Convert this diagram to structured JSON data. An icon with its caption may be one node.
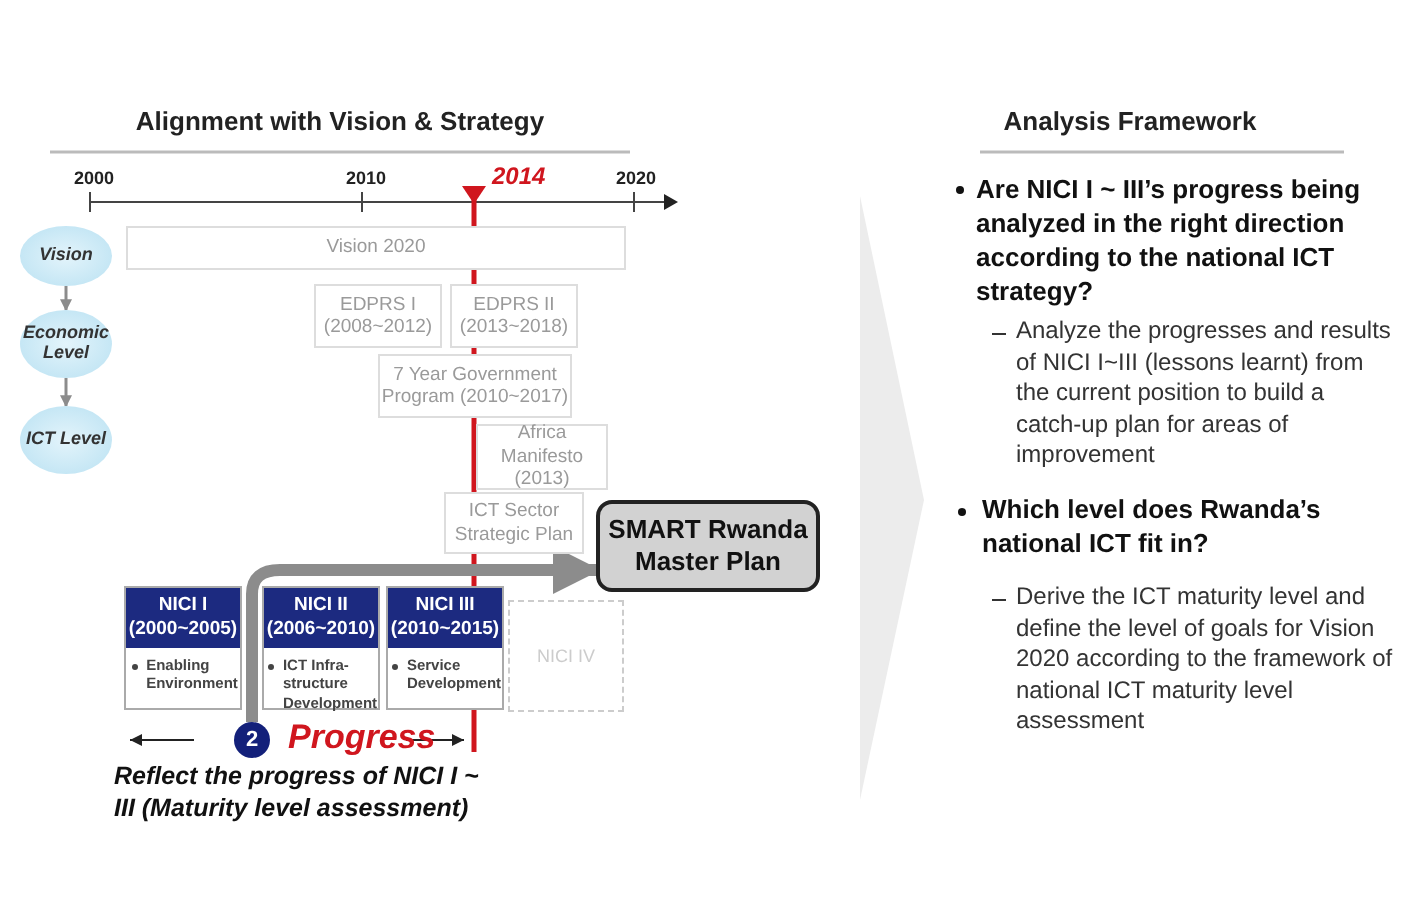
{
  "diagram": {
    "nodes": [
      {
        "text": [
          "Vision"
        ]
      },
      {
        "text": [
          "Economic Level"
        ]
      },
      {
        "text": [
          "ICT Level"
        ]
      },
      {
        "text": [
          "Vision 2020"
        ]
      },
      {
        "text": [
          "EDPRS I (2008~2012)"
        ]
      },
      {
        "text": [
          "EDPRS II (2013~2018)"
        ]
      },
      {
        "text": [
          "7 Year Government Program (2010~2017)"
        ]
      },
      {
        "text": [
          "Africa Manifesto (2013)"
        ]
      },
      {
        "text": [
          "ICT Sector Strategic Plan"
        ]
      },
      {
        "text": [
          "NICI I (2000~2005)",
          "Enabling Environment"
        ]
      },
      {
        "text": [
          "NICI II (2006~2010)",
          "ICT Infra-structure Development"
        ]
      },
      {
        "text": [
          "NICI III (2010~2015)",
          "Service Development"
        ]
      },
      {
        "text": [
          "NICI IV"
        ]
      },
      {
        "text": [
          "SMART Rwanda Master Plan"
        ]
      },
      {
        "text": [
          "2"
        ],
        "beside": [
          "Progress"
        ]
      },
      {
        "text": [],
        "shape": "chevron"
      }
    ],
    "edges": [
      {
        "from": 0,
        "to": 1,
        "arrow": "to"
      },
      {
        "from": 1,
        "to": 2,
        "arrow": "to"
      },
      {
        "from": 14,
        "to": 13,
        "arrow": "to",
        "style": "thick"
      }
    ],
    "labels": [
      "Alignment with Vision & Strategy",
      "2000",
      "2010",
      "2014",
      "2020",
      "Reflect the progress of NICI I ~ III (Maturity level assessment)",
      "Analysis Framework",
      "Are NICI I ~ III’s progress being analyzed in the right direction according to the national ICT strategy?",
      "Analyze the progresses and results of NICI I~III (lessons learnt) from the current position to build a catch-up plan for areas of improvement",
      "Which level does Rwanda’s national ICT fit in?",
      "Derive the ICT maturity level and define the level of goals for Vision 2020 according to the framework of national ICT maturity level assessment"
    ]
  }
}
